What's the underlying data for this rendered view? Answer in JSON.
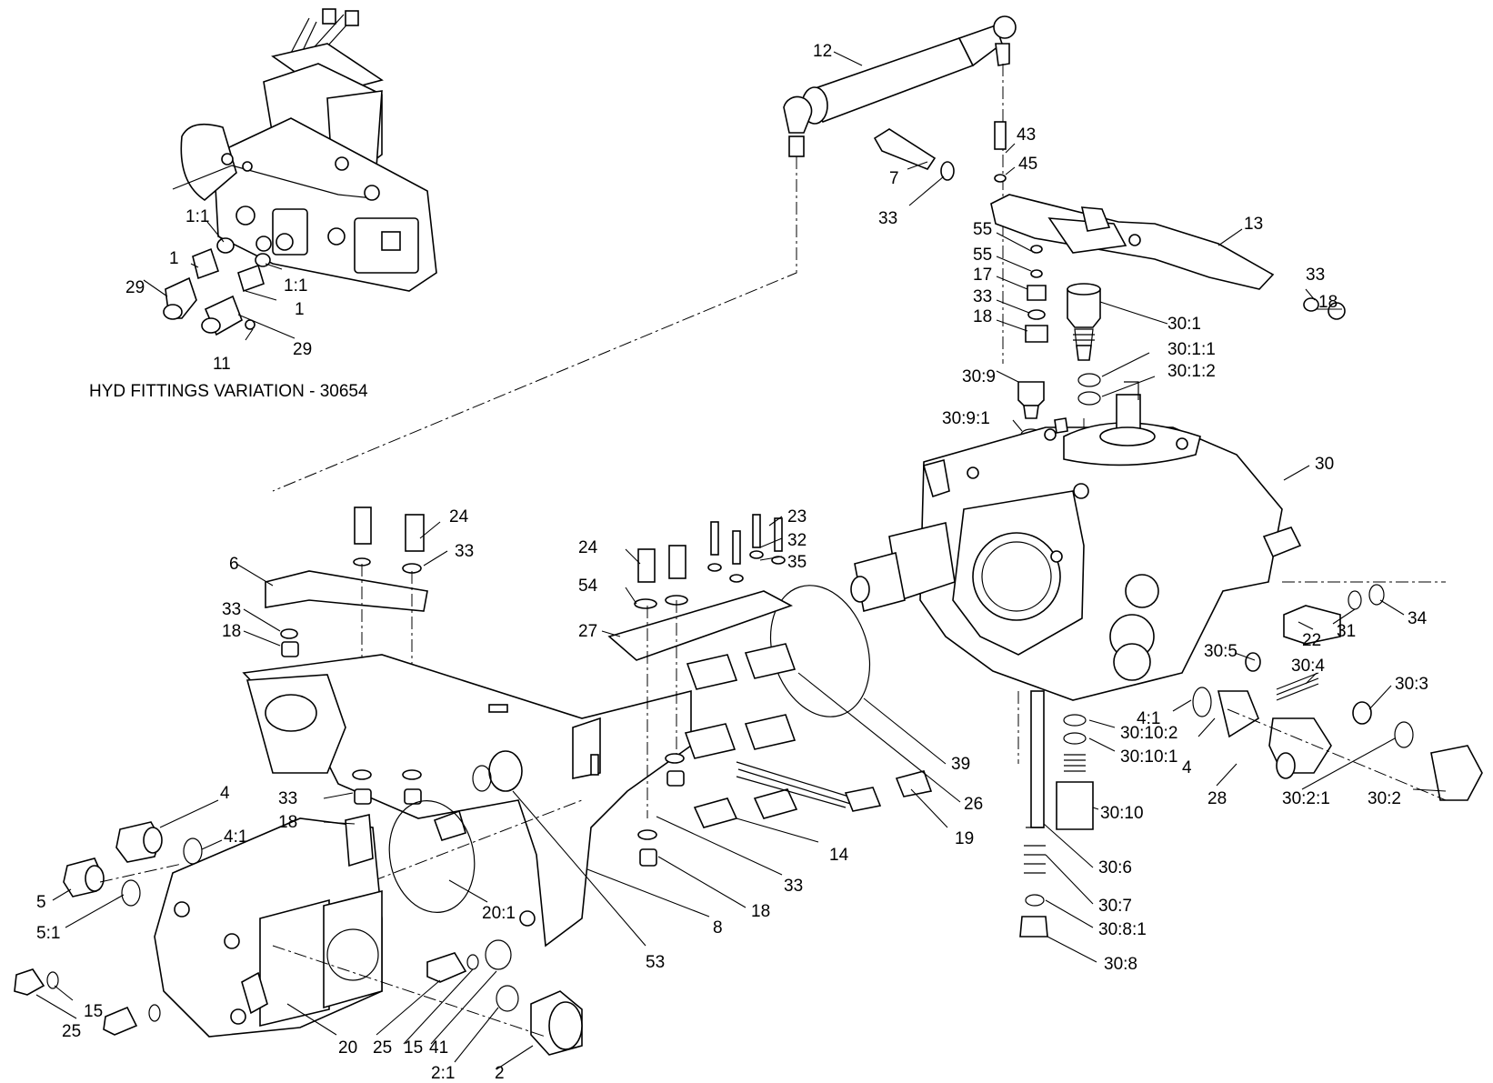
{
  "caption": "HYD FITTINGS VARIATION - 30654",
  "callouts": {
    "c12": "12",
    "c43": "43",
    "c45": "45",
    "c7": "7",
    "c33a": "33",
    "c13": "13",
    "c55a": "55",
    "c55b": "55",
    "c17a": "17",
    "c33b": "33",
    "c18a": "18",
    "c33c": "33",
    "c18b": "18",
    "c30_1": "30:1",
    "c30_1_1": "30:1:1",
    "c30_1_2": "30:1:2",
    "c30_9": "30:9",
    "c30_9_1": "30:9:1",
    "c30": "30",
    "c1_1a": "1:1",
    "c1a": "1",
    "c1_1b": "1:1",
    "c29a": "29",
    "c1b": "1",
    "c29b": "29",
    "c11": "11",
    "c24a": "24",
    "c33d": "33",
    "c6": "6",
    "c33e": "33",
    "c18c": "18",
    "c23": "23",
    "c32": "32",
    "c35": "35",
    "c24b": "24",
    "c54": "54",
    "c27": "27",
    "c22": "22",
    "c31": "31",
    "c34": "34",
    "c30_5": "30:5",
    "c30_4": "30:4",
    "c30_3": "30:3",
    "c4_1a": "4:1",
    "c4a": "4",
    "c28": "28",
    "c30_2_1": "30:2:1",
    "c30_2": "30:2",
    "c30_10_2": "30:10:2",
    "c30_10_1": "30:10:1",
    "c39": "39",
    "c26": "26",
    "c19": "19",
    "c30_10": "30:10",
    "c30_6": "30:6",
    "c30_7": "30:7",
    "c30_8_1": "30:8:1",
    "c30_8": "30:8",
    "c33f": "33",
    "c18d": "18",
    "c4b": "4",
    "c4_1b": "4:1",
    "c5": "5",
    "c5_1": "5:1",
    "c25a": "25",
    "c15a": "15",
    "c20_1": "20:1",
    "c53": "53",
    "c8": "8",
    "c33g": "33",
    "c18e": "18",
    "c14": "14",
    "c20": "20",
    "c25b": "25",
    "c15b": "15",
    "c41": "41",
    "c2_1": "2:1",
    "c2": "2"
  }
}
